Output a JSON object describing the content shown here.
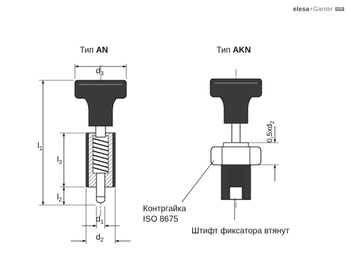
{
  "logo": {
    "brand": "elesa",
    "separator": "+",
    "partner": "Ganter",
    "badge": "GB"
  },
  "views": {
    "an": {
      "title_prefix": "Тип",
      "title_code": "AN"
    },
    "akn": {
      "title_prefix": "Тип",
      "title_code": "AKN"
    }
  },
  "dimensions": {
    "d3": "d",
    "d3_sub": "3",
    "d1": "d",
    "d1_sub": "1",
    "d2": "d",
    "d2_sub": "2",
    "l1": "l",
    "l1_sub": "1",
    "l2": "l",
    "l2_sub": "2",
    "l3": "l",
    "l3_sub": "3",
    "stroke_label": "0,5xd",
    "stroke_label_sub": "2"
  },
  "annotations": {
    "locknut_line1": "Контргайка",
    "locknut_line2": "ISO 8675",
    "pin_retracted": "Штифт фиксатора втянут"
  }
}
